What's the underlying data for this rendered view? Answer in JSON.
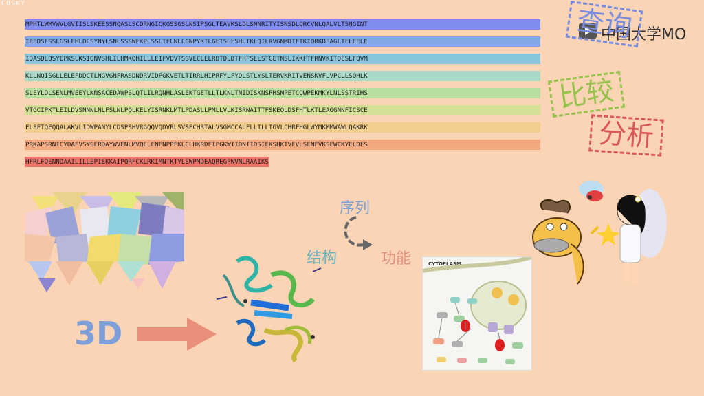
{
  "watermark": "CUSKY",
  "sequence_lines": [
    {
      "text": "MPHTLWMVWVLGVIISLSKEESSNQASLSCDRNGICKGSSGSLNSIPSGLTEAVKSLDLSNNRITYISNSDLQRCVNLQALVLTSNGINT",
      "color": "#7f8df0"
    },
    {
      "text": "IEEDSFSSLGSLEHLDLSYNYLSNLSSSWFKPLSSLTFLNLLGNPYKTLGETSLFSHLTKLQILRVGNMDTFTKIQRKDFAGLTFLEELE",
      "color": "#83a8ea"
    },
    {
      "text": "IDASDLQSYEPKSLKSIQNVSHLILHMKQHILLLEIFVDVTSSVECLELRDTDLDTFHFSELSTGETNSLIKKFTFRNVKITDESLFQVM",
      "color": "#86c6dc"
    },
    {
      "text": "KLLNQISGLLELEFDDCTLNGVGNFRASDNDRVIDPGKVETLTIRRLHIPRFYLFYDLSTLYSLTERVKRITVENSKVFLVPCLLSQHLK",
      "color": "#a8d9c6"
    },
    {
      "text": "SLEYLDLSENLMVEEYLKNSACEDAWPSLQTLILRQNHLASLEKTGETLLTLKNLTNIDISKNSFHSMPETCQWPEKMKYLNLSSTRIHS",
      "color": "#b9dfa0"
    },
    {
      "text": "VTGCIPKTLEILDVSNNNLNLFSLNLPQLKELYISRNKLMTLPDASLLPMLLVLKISRNAITTFSKEQLDSFHTLKTLEAGGNNFICSCE",
      "color": "#d3e197"
    },
    {
      "text": "FLSFTQEQQALAKVLIDWPANYLCDSPSHVRGQQVQDVRLSVSECHRTALVSGMCCALFLLILLTGVLCHRFHGLWYMKMMWAWLQAKRK",
      "color": "#f2cd8c"
    },
    {
      "text": "PRKAPSRNICYDAFVSYSERDAYWVENLMVQELENFNPPFKLCLHKRDFIPGKWIIDNIIDSIEKSHKTVFVLSENFVKSEWCKYELDFS",
      "color": "#f3a87e"
    },
    {
      "text": "HFRLFDENNDAAILILLEPIEKKAIPQRFCKLRKIMNTKTYLEWPMDEAQREGFWVNLRAAIKS",
      "color": "#ee7468"
    }
  ],
  "logo": {
    "text": "中国大学MO"
  },
  "stamps": {
    "blue": "查询",
    "green": "比较",
    "red": "分析"
  },
  "flow_labels": {
    "sequence": "序列",
    "structure": "结构",
    "function": "功能"
  },
  "threeD_label": "3D",
  "pathway_title": "CYTOPLASM",
  "colors": {
    "background": "#fbd4b6",
    "arrow": "#e8907a",
    "blue_label": "#7f9fd8"
  }
}
